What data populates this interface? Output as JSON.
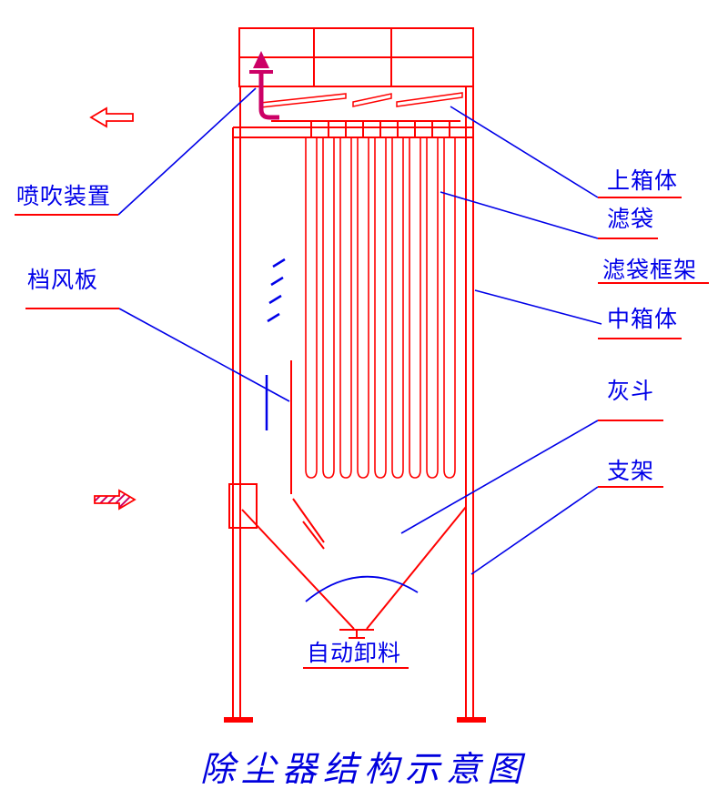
{
  "title": "除尘器结构示意图",
  "labels": {
    "blow_device": "喷吹装置",
    "baffle": "档风板",
    "upper_box": "上箱体",
    "filter_bag": "滤袋",
    "bag_cage": "滤袋框架",
    "middle_box": "中箱体",
    "ash_hopper": "灰斗",
    "support": "支架",
    "auto_discharge": "自动卸料"
  },
  "icons": {
    "outlet_arrow": "left-outline-arrow",
    "inlet_arrow": "right-hatched-arrow",
    "pulse_arrow": "up-filled-arrow"
  },
  "colors": {
    "structure_red": "#ff0000",
    "label_blue": "#0000e8",
    "pulse_magenta": "#cc0066"
  }
}
